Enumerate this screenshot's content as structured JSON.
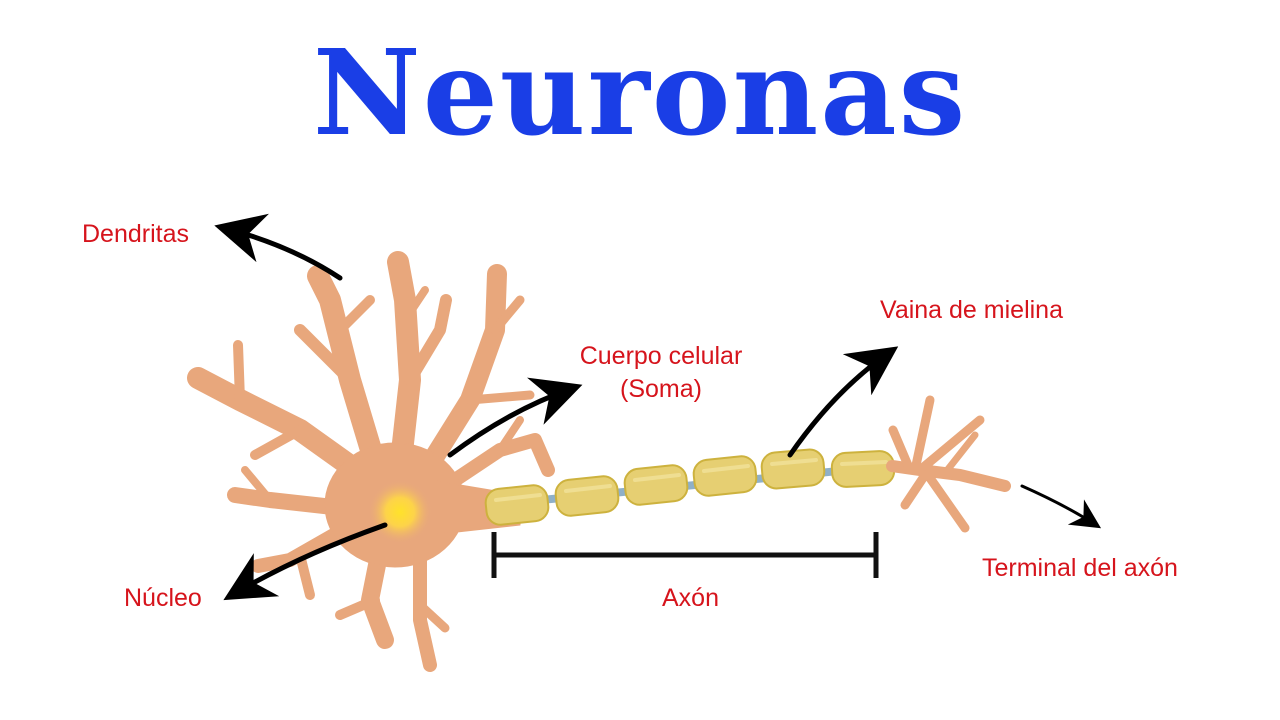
{
  "title": "Neuronas",
  "labels": {
    "dendritas": "Dendritas",
    "cuerpo_celular_line1": "Cuerpo celular",
    "cuerpo_celular_line2": "(Soma)",
    "vaina": "Vaina de mielina",
    "nucleo": "Núcleo",
    "axon": "Axón",
    "terminal": "Terminal del axón"
  },
  "colors": {
    "title": "#1a3ee6",
    "labels": "#d6141c",
    "neuron": "#e8a77c",
    "myelin": "#e6cf72",
    "nucleus": "#fde24a",
    "arrows": "#000000"
  }
}
